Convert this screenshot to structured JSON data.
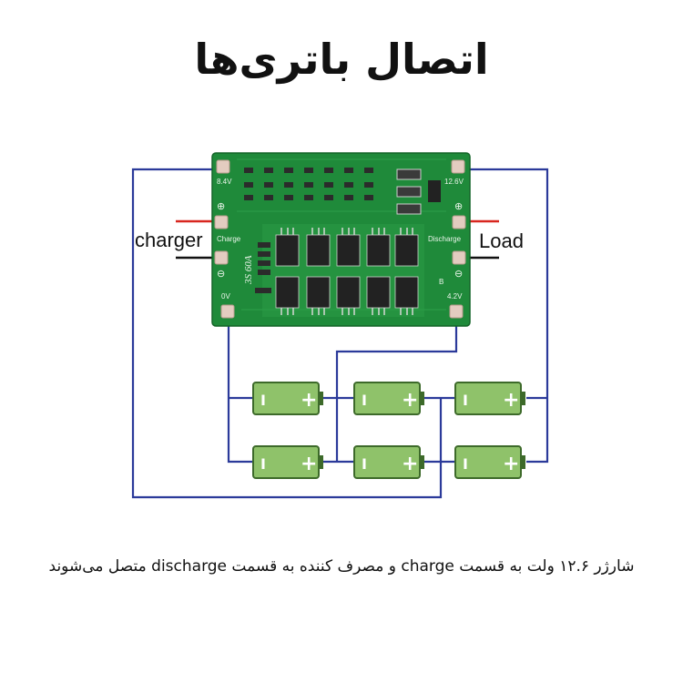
{
  "title": "اتصال باتری‌ها",
  "caption": "شارژر ۱۲.۶ ولت به قسمت charge و مصرف کننده به قسمت discharge متصل می‌شوند",
  "labels": {
    "charger": "charger",
    "load": "Load"
  },
  "board": {
    "model": "3S 60A",
    "pad_84v": "8.4V",
    "pad_126v": "12.6V",
    "pad_0v": "0V",
    "pad_42v": "4.2V",
    "charge": "Charge",
    "discharge": "Discharge",
    "plus": "⊕",
    "minus": "⊖",
    "b": "B"
  },
  "battery": {
    "minus": "I",
    "plus": "+"
  },
  "colors": {
    "wire": "#2b3a9a",
    "board": "#1f8a3a",
    "battery_fill": "#8fc26a",
    "battery_stroke": "#3d6a2a",
    "charge_red": "#d8261e"
  }
}
